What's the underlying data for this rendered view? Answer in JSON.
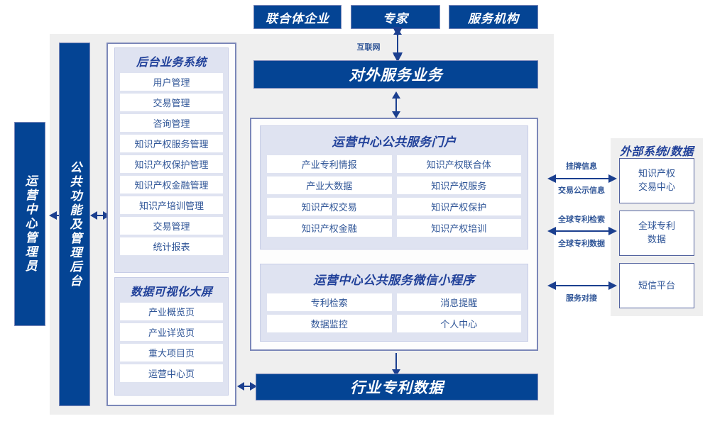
{
  "colors": {
    "brand_blue": "#044494",
    "panel_gray": "#efefef",
    "group_fill": "#dfe3f1",
    "text_blue": "#2f5597",
    "title_blue": "#21419a",
    "border_violet": "#7b87b8"
  },
  "top_actors": [
    {
      "label": "联合体企业"
    },
    {
      "label": "专家"
    },
    {
      "label": "服务机构"
    }
  ],
  "internet_label": "互联网",
  "external_service_bar": {
    "label": "对外服务业务"
  },
  "bottom_bar": {
    "label": "行业专利数据"
  },
  "left_columns": {
    "operator": {
      "label": "运营中心管理员"
    },
    "admin_backend": {
      "label": "公共功能及管理后台"
    }
  },
  "backend_system": {
    "title": "后台业务系统",
    "items": [
      "用户管理",
      "交易管理",
      "咨询管理",
      "知识产权服务管理",
      "知识产权保护管理",
      "知识产权金融管理",
      "知识产培训管理",
      "交易管理",
      "统计报表"
    ]
  },
  "data_visual": {
    "title": "数据可视化大屏",
    "items": [
      "产业概览页",
      "产业详览页",
      "重大项目页",
      "运营中心页"
    ]
  },
  "portal": {
    "title": "运营中心公共服务门户",
    "items": [
      "产业专利情报",
      "知识产权联合体",
      "产业大数据",
      "知识产权服务",
      "知识产权交易",
      "知识产权保护",
      "知识产权金融",
      "知识产权培训"
    ]
  },
  "miniprogram": {
    "title": "运营中心公共服务微信小程序",
    "items": [
      "专利检索",
      "消息提醒",
      "数据监控",
      "个人中心"
    ]
  },
  "external": {
    "title": "外部系统/数据",
    "systems": [
      {
        "label": "知识产权\n交易中心"
      },
      {
        "label": "全球专利\n数据"
      },
      {
        "label": "短信平台"
      }
    ],
    "connectors": [
      {
        "above": "挂牌信息",
        "below": "交易公示信息"
      },
      {
        "above": "全球专利检索",
        "below": "全球专利数据"
      },
      {
        "above": "",
        "below": "服务对接"
      }
    ]
  }
}
